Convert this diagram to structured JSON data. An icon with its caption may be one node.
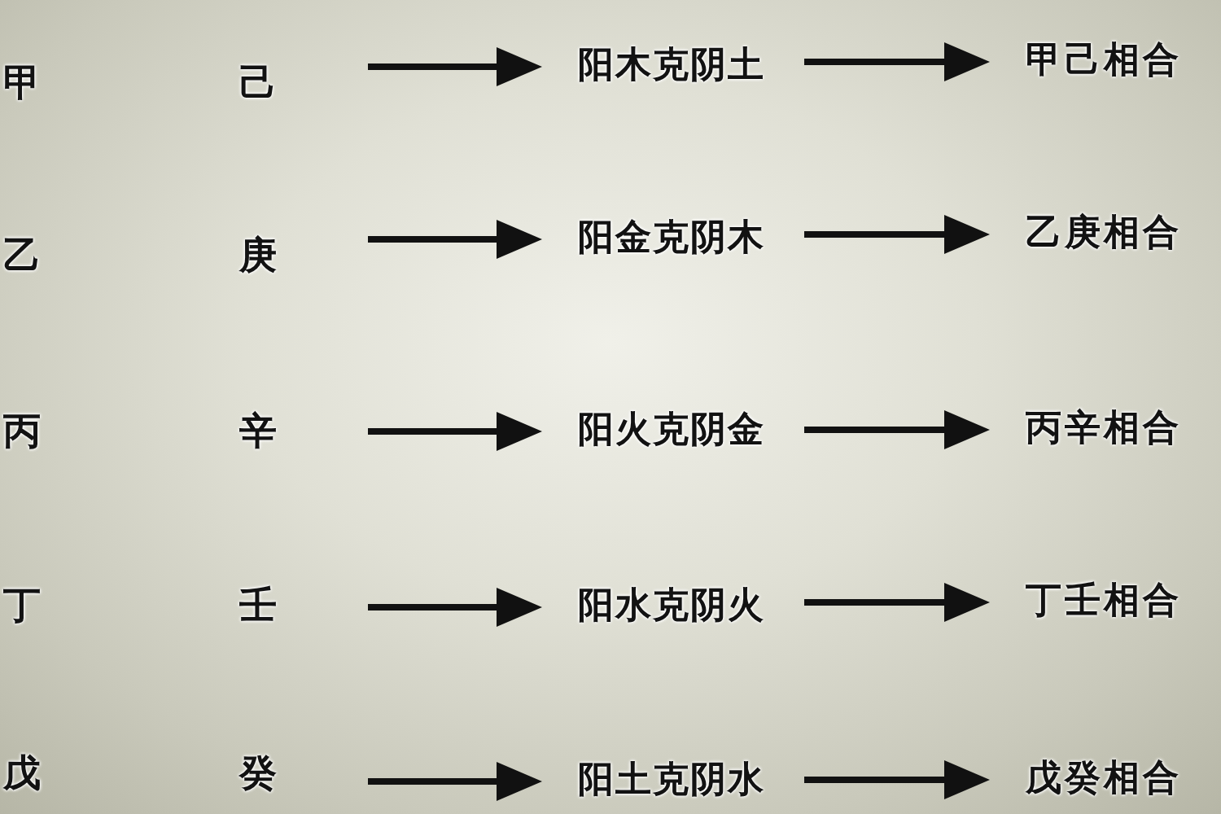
{
  "diagram": {
    "nodes": [
      {
        "text": [
          "己"
        ]
      },
      {
        "text": [
          "阳木克阴土"
        ]
      },
      {
        "text": [
          "甲己相合"
        ]
      },
      {
        "text": [
          "庚"
        ]
      },
      {
        "text": [
          "阳金克阴木"
        ]
      },
      {
        "text": [
          "乙庚相合"
        ]
      },
      {
        "text": [
          "辛"
        ]
      },
      {
        "text": [
          "阳火克阴金"
        ]
      },
      {
        "text": [
          "丙辛相合"
        ]
      },
      {
        "text": [
          "壬"
        ]
      },
      {
        "text": [
          "阳水克阴火"
        ]
      },
      {
        "text": [
          "丁壬相合"
        ]
      },
      {
        "text": [
          "癸"
        ]
      },
      {
        "text": [
          "阳土克阴水"
        ]
      },
      {
        "text": [
          "戊癸相合"
        ]
      }
    ],
    "edges": [
      {
        "from": 0,
        "to": 1,
        "arrow": "to"
      },
      {
        "from": 1,
        "to": 2,
        "arrow": "to"
      },
      {
        "from": 3,
        "to": 4,
        "arrow": "to"
      },
      {
        "from": 4,
        "to": 5,
        "arrow": "to"
      },
      {
        "from": 6,
        "to": 7,
        "arrow": "to"
      },
      {
        "from": 7,
        "to": 8,
        "arrow": "to"
      },
      {
        "from": 9,
        "to": 10,
        "arrow": "to"
      },
      {
        "from": 10,
        "to": 11,
        "arrow": "to"
      },
      {
        "from": 12,
        "to": 13,
        "arrow": "to"
      },
      {
        "from": 13,
        "to": 14,
        "arrow": "to"
      }
    ],
    "labels": [
      "甲",
      "乙",
      "丙",
      "丁",
      "戊"
    ]
  }
}
